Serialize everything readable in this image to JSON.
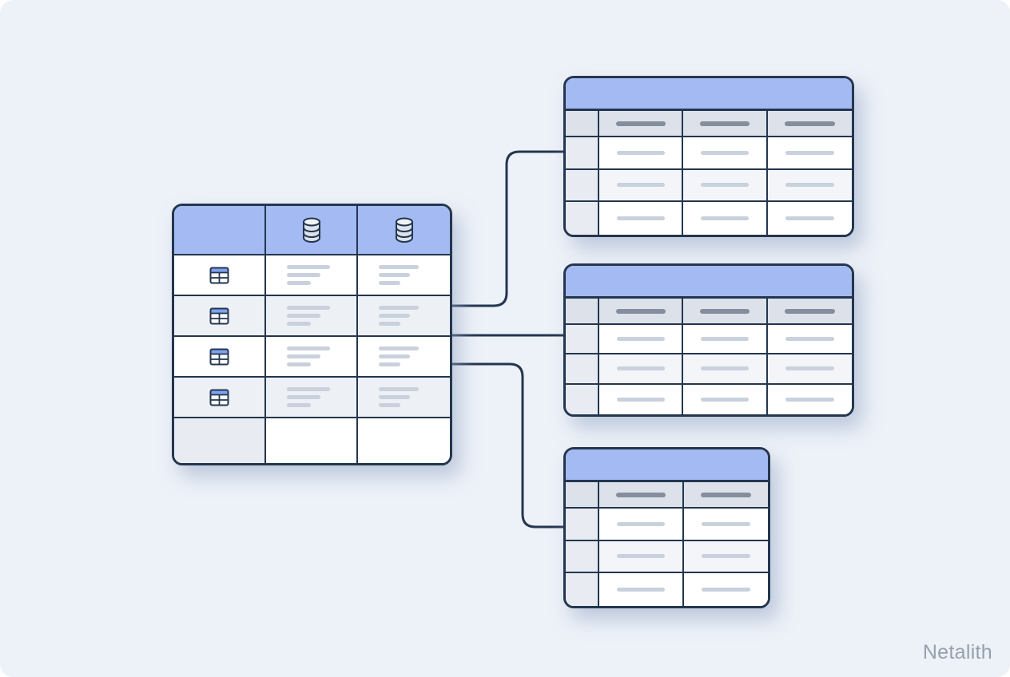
{
  "watermark": "Netalith",
  "colors": {
    "background": "#edf1f8",
    "header_blue": "#a3baf2",
    "border": "#24364f",
    "row_tint": "#edf0f5",
    "subheader_gray": "#dde2ea",
    "side_col_gray": "#e8ecf2",
    "dash_dark": "#848e9c",
    "dash_light": "#c9d1dc",
    "connector": "#24364f",
    "watermark_text": "#97a0ac"
  },
  "diagram": {
    "description": "Database schema illustration: one source table linked to three child tables",
    "main_table": {
      "header_icons": [
        "database-icon",
        "database-icon"
      ],
      "data_columns": 2,
      "rows": [
        {
          "icon": "table-icon"
        },
        {
          "icon": "table-icon"
        },
        {
          "icon": "table-icon"
        },
        {
          "icon": "table-icon"
        }
      ],
      "has_footer_row": true
    },
    "linked_tables": [
      {
        "id": "top",
        "data_columns": 3,
        "data_rows": 3
      },
      {
        "id": "middle",
        "data_columns": 3,
        "data_rows": 3
      },
      {
        "id": "bottom",
        "data_columns": 2,
        "data_rows": 3
      }
    ],
    "connections": 3
  }
}
